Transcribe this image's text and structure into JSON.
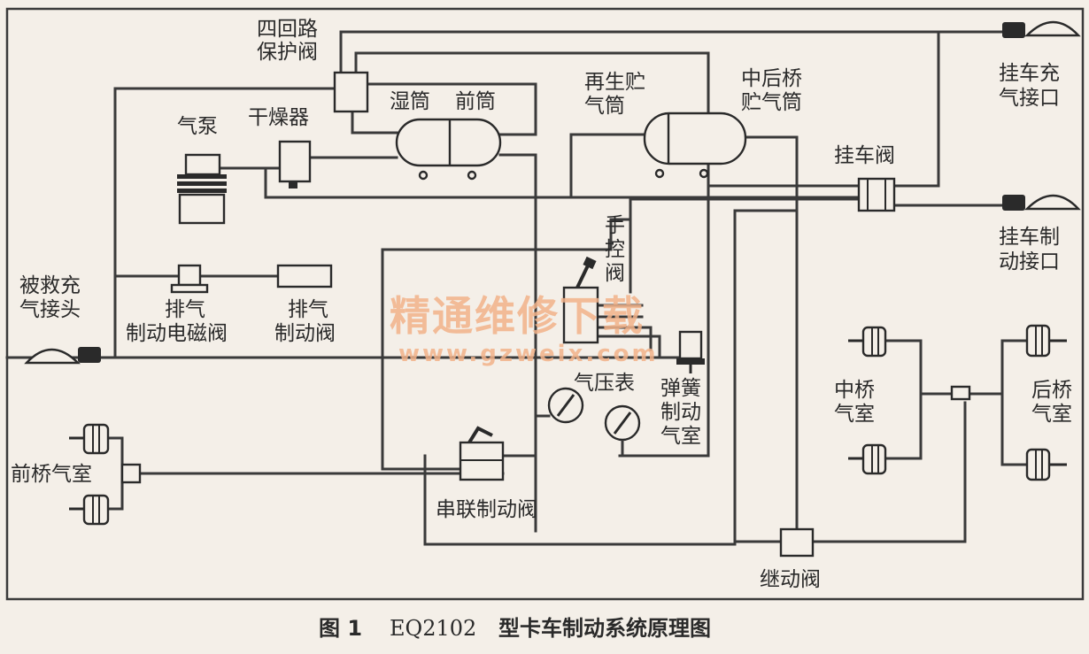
{
  "labels": {
    "four_circuit_valve": [
      "四回路",
      "保护阀"
    ],
    "dryer": "干燥器",
    "wet_tank": "湿筒",
    "front_tank": "前筒",
    "regen_tank": [
      "再生贮",
      "气筒"
    ],
    "mid_rear_tank": [
      "中后桥",
      "贮气筒"
    ],
    "trailer_charge": [
      "挂车充",
      "气接口"
    ],
    "air_pump": "气泵",
    "trailer_valve": "挂车阀",
    "hand_valve": [
      "手",
      "控",
      "阀"
    ],
    "trailer_brake": [
      "挂车制",
      "动接口"
    ],
    "rescue_connector": [
      "被救充",
      "气接头"
    ],
    "exhaust_solenoid": [
      "排气",
      "制动电磁阀"
    ],
    "exhaust_brake_valve": [
      "排气",
      "制动阀"
    ],
    "air_gauge": "气压表",
    "spring_chamber": [
      "弹簧",
      "制动",
      "气室"
    ],
    "mid_axle_chamber": [
      "中桥",
      "气室"
    ],
    "rear_axle_chamber": [
      "后桥",
      "气室"
    ],
    "front_axle_chamber": "前桥气室",
    "tandem_valve": "串联制动阀",
    "relay_valve": "继动阀"
  },
  "watermark": {
    "main": "精通维修下载",
    "url": "www.gzweix.com"
  },
  "caption": {
    "figure": "图 1",
    "model": "EQ2102",
    "title": "型卡车制动系统原理图"
  }
}
